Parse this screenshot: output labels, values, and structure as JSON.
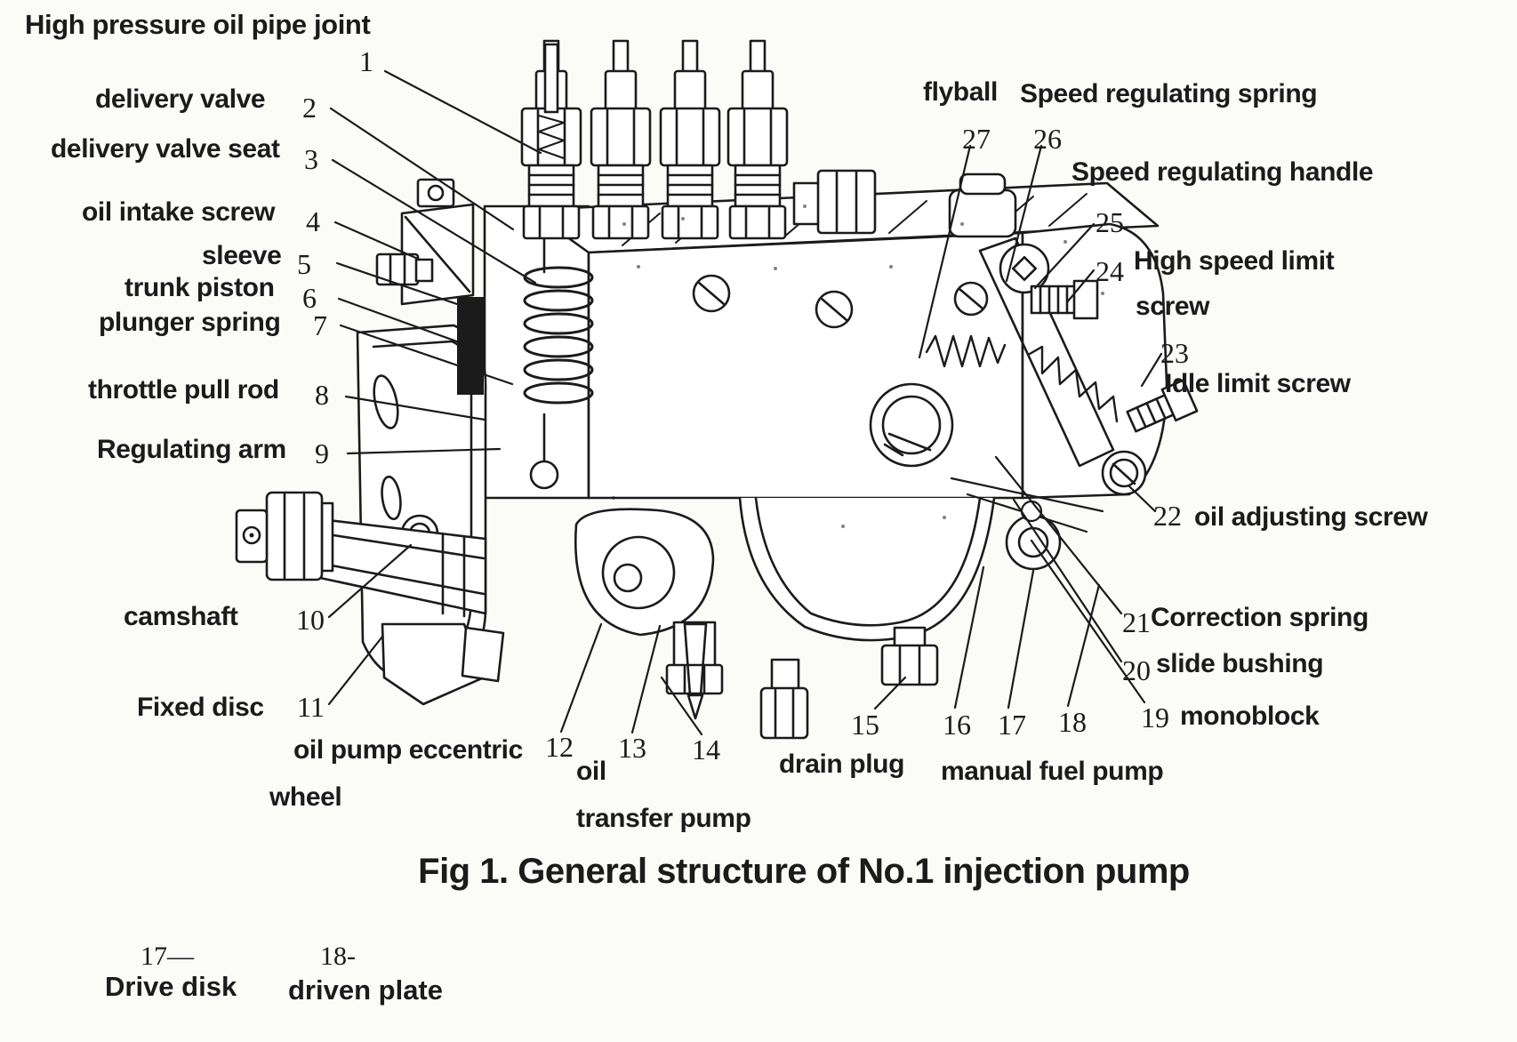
{
  "colors": {
    "background": "#fbfbf8",
    "ink": "#1b1b1b"
  },
  "caption": "Fig 1. General structure of No.1 injection pump",
  "labels": {
    "pipe_joint": "High pressure oil pipe joint",
    "delivery_valve": "delivery valve",
    "delivery_valve_seat": "delivery valve seat",
    "oil_intake_screw": "oil intake screw",
    "sleeve": "sleeve",
    "trunk_piston": "trunk piston",
    "plunger_spring": "plunger spring",
    "throttle_pull_rod": "throttle pull rod",
    "regulating_arm": "Regulating arm",
    "camshaft": "camshaft",
    "fixed_disc": "Fixed disc",
    "eccentric1": "oil pump eccentric",
    "eccentric2": "wheel",
    "transfer1": "oil",
    "transfer2": "transfer pump",
    "drain_plug": "drain plug",
    "manual_fuel_pump": "manual fuel pump",
    "monoblock": "monoblock",
    "slide_bushing": "slide bushing",
    "correction_spring": "Correction spring",
    "oil_adjusting_screw": "oil adjusting screw",
    "idle_limit_screw": "Idle limit screw",
    "high_speed1": "High speed limit",
    "high_speed2": "screw",
    "speed_handle": "Speed regulating handle",
    "speed_spring": "Speed regulating spring",
    "flyball": "flyball"
  },
  "numbers": {
    "n1": "1",
    "n2": "2",
    "n3": "3",
    "n4": "4",
    "n5": "5",
    "n6": "6",
    "n7": "7",
    "n8": "8",
    "n9": "9",
    "n10": "10",
    "n11": "11",
    "n12": "12",
    "n13": "13",
    "n14": "14",
    "n15": "15",
    "n16": "16",
    "n17": "17",
    "n18": "18",
    "n19": "19",
    "n20": "20",
    "n21": "21",
    "n22": "22",
    "n23": "23",
    "n24": "24",
    "n25": "25",
    "n26": "26",
    "n27": "27"
  },
  "footnotes": {
    "f17_num": "17—",
    "f17_label": "Drive disk",
    "f18_num": "18-",
    "f18_label": "driven plate"
  }
}
